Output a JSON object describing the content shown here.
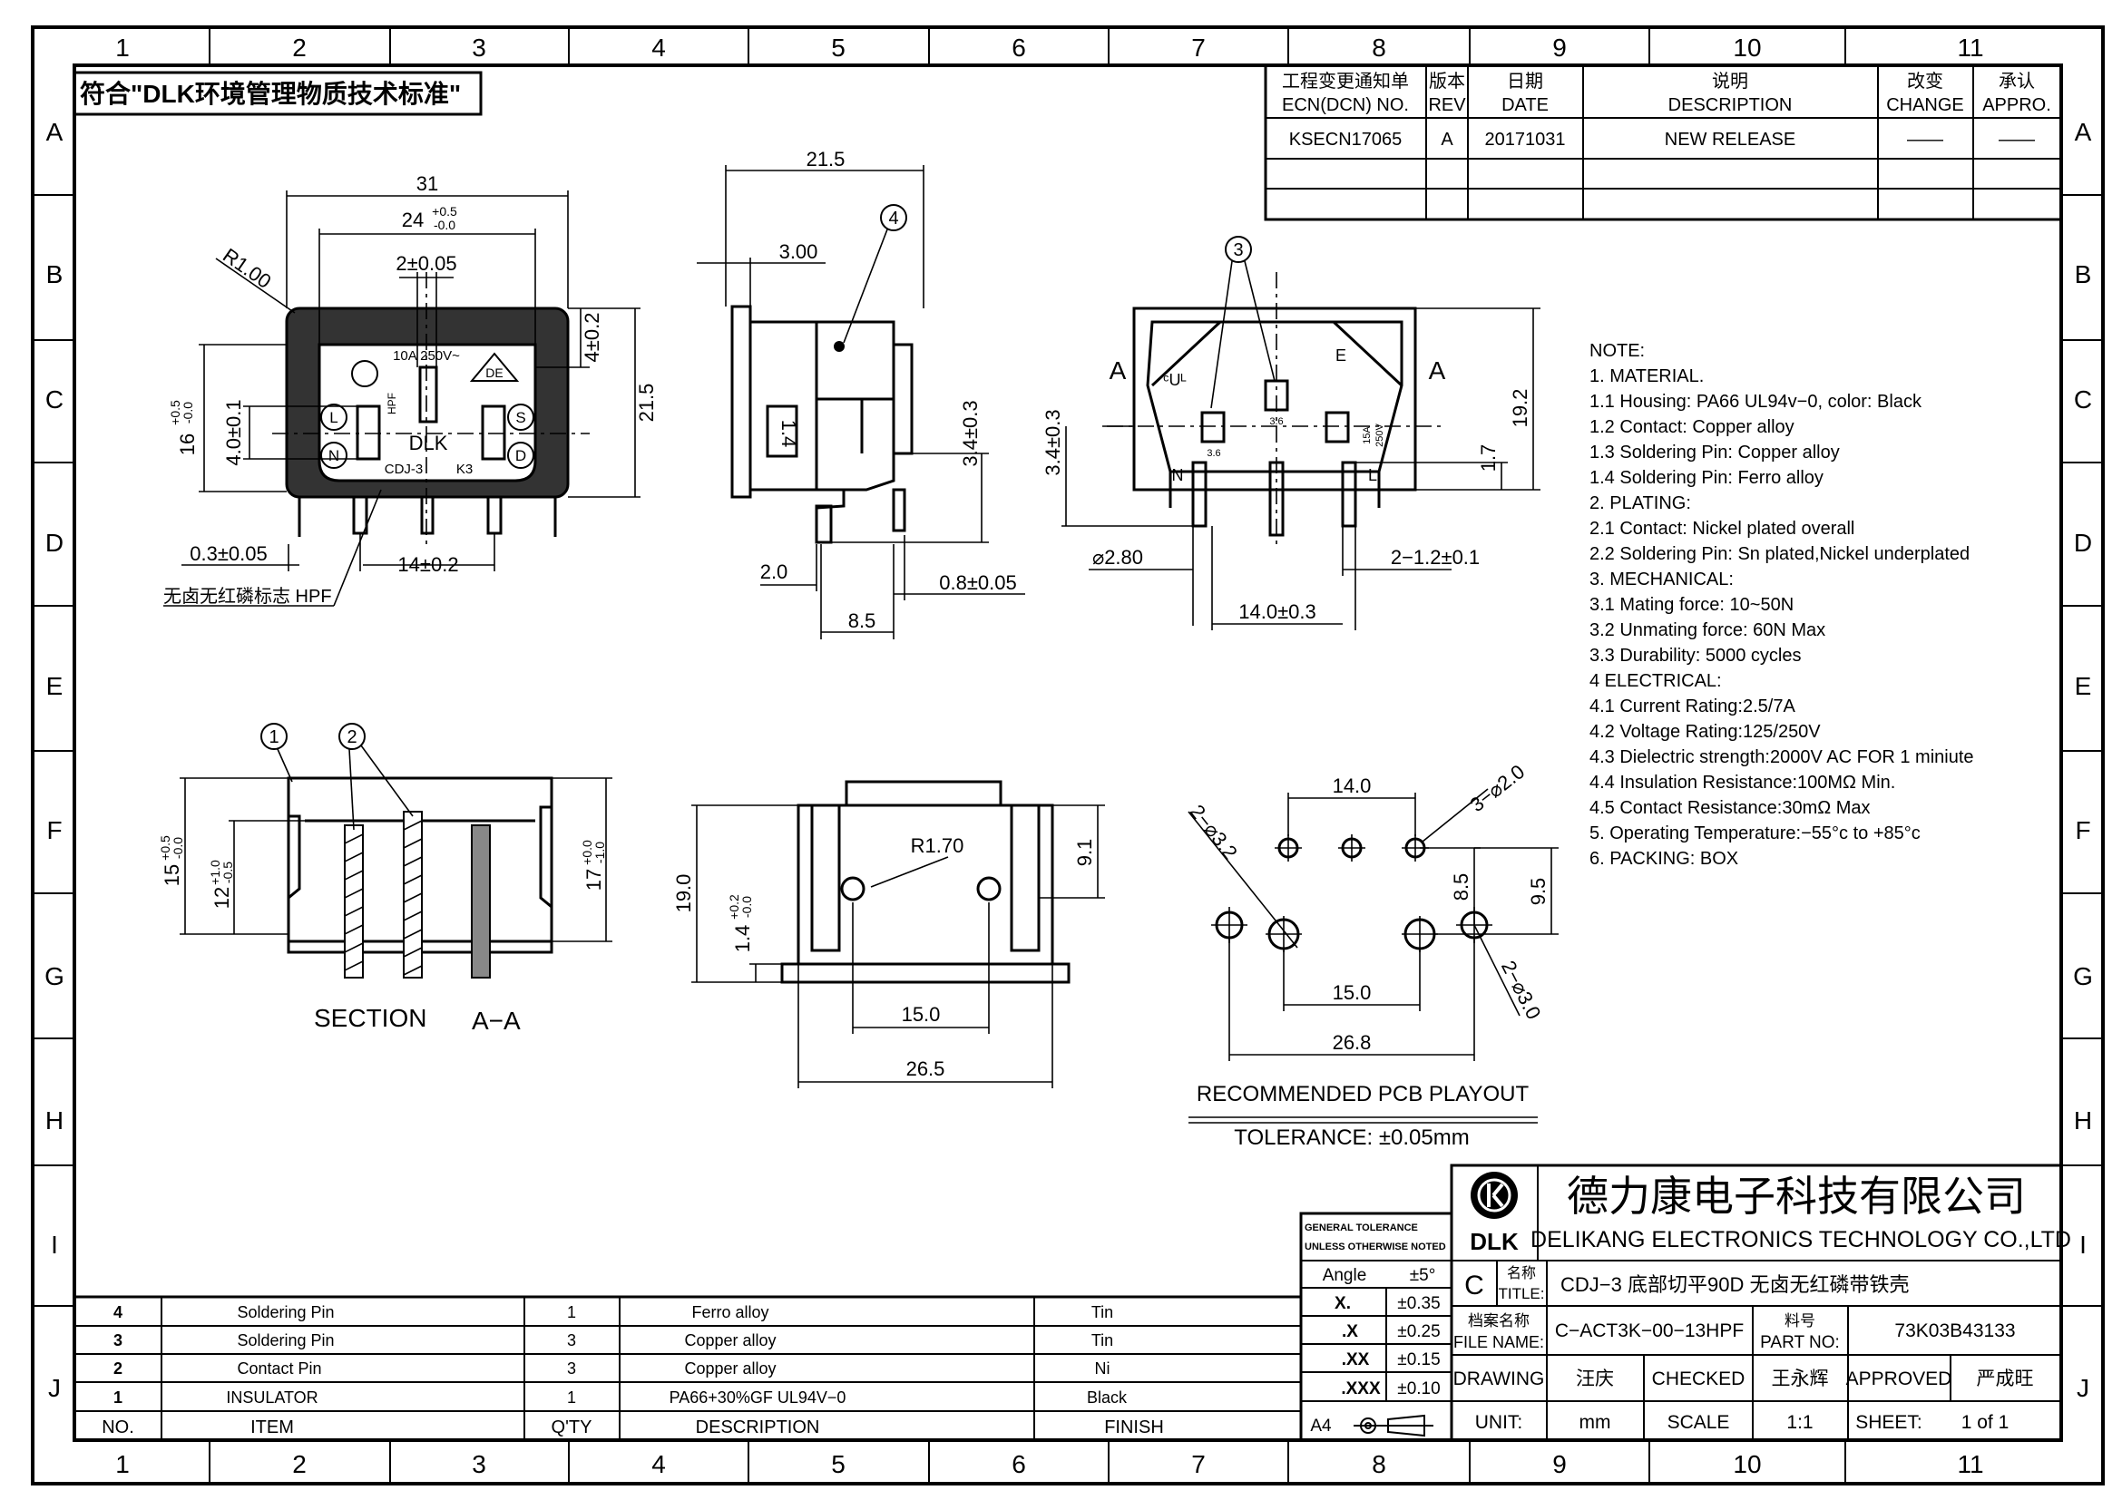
{
  "frame": {
    "columns": [
      "1",
      "2",
      "3",
      "4",
      "5",
      "6",
      "7",
      "8",
      "9",
      "10",
      "11"
    ],
    "rows": [
      "A",
      "B",
      "C",
      "D",
      "E",
      "F",
      "G",
      "H",
      "I",
      "J"
    ]
  },
  "compliance_note": "符合\"DLK环境管理物质技术标准\"",
  "revision_table": {
    "headers": [
      {
        "cn": "工程变更通知单",
        "en": "ECN(DCN)  NO."
      },
      {
        "cn": "版本",
        "en": "REV"
      },
      {
        "cn": "日期",
        "en": "DATE"
      },
      {
        "cn": "说明",
        "en": "DESCRIPTION"
      },
      {
        "cn": "改变",
        "en": "CHANGE"
      },
      {
        "cn": "承认",
        "en": "APPRO."
      }
    ],
    "rows": [
      {
        "ecn": "KSECN17065",
        "rev": "A",
        "date": "20171031",
        "description": "NEW  RELEASE",
        "change": "——",
        "approval": "——"
      }
    ]
  },
  "front_view": {
    "dims": {
      "w31": "31",
      "w24": "24",
      "w24_tol_up": "+0.5",
      "w24_tol_dn": "-0.0",
      "w2": "2±0.05",
      "r1": "R1.00",
      "h4": "4±0.2",
      "h215": "21.5",
      "h16": "16",
      "h16_tol_up": "+0.5",
      "h16_tol_dn": "-0.0",
      "h40": "4.0±0.1",
      "w03": "0.3±0.05",
      "w14": "14±0.2"
    },
    "marking": {
      "rating": "10A   250V~",
      "brand": "DLK",
      "model": "CDJ-3",
      "k3": "K3",
      "hpf": "HPF",
      "n": "N",
      "l": "L",
      "s": "S",
      "d": "D",
      "de": "DE"
    },
    "callout": "无卤无红磷标志  HPF"
  },
  "side_view": {
    "dims": {
      "w215": "21.5",
      "w300": "3.00",
      "h34": "3.4±0.3",
      "w20": "2.0",
      "w08": "0.8±0.05",
      "w85": "8.5",
      "thk14": "1.4"
    },
    "balloon": "4"
  },
  "rear_view": {
    "dims": {
      "h34": "3.4±0.3",
      "h192": "19.2",
      "h17": "1.7",
      "d280": "⌀2.80",
      "w2_12": "2−1.2±0.1",
      "w140": "14.0±0.3",
      "p36a": "3.6",
      "p36b": "3.6",
      "r15a": "15A",
      "r250": "250V"
    },
    "balloon": "3",
    "section_mark_left": "A",
    "section_mark_right": "A",
    "labels": {
      "n": "N",
      "l": "L",
      "e": "E",
      "ul": "ᶜUᴸ"
    }
  },
  "section_view": {
    "dims": {
      "h15": "15",
      "h15_tol_up": "+0.5",
      "h15_tol_dn": "-0.0",
      "h12": "12",
      "h12_tol_up": "+1.0",
      "h12_tol_dn": "-0.5",
      "h17": "17",
      "h17_tol_up": "+0.0",
      "h17_tol_dn": "-1.0"
    },
    "balloons": [
      "1",
      "2"
    ],
    "caption": "SECTION",
    "caption_ref": "A−A"
  },
  "bottom_view": {
    "dims": {
      "r170": "R1.70",
      "h190": "19.0",
      "h14": "1.4",
      "h14_tol_up": "+0.2",
      "h14_tol_dn": "-0.0",
      "h91": "9.1",
      "w150": "15.0",
      "w265": "26.5"
    }
  },
  "pcb_layout": {
    "dims": {
      "w140": "14.0",
      "d3_20": "3−⌀2.0",
      "d2_32": "2−⌀3.2",
      "d2_30": "2−⌀3.0",
      "h85": "8.5",
      "h95": "9.5",
      "w150": "15.0",
      "w268": "26.8"
    },
    "title": "RECOMMENDED  PCB  PLAYOUT",
    "tolerance": "TOLERANCE:  ±0.05mm"
  },
  "notes": [
    "NOTE:",
    "1.  MATERIAL.",
    "1.1  Housing:  PA66  UL94v−0,  color:  Black",
    "1.2  Contact:  Copper  alloy",
    "1.3  Soldering  Pin:  Copper  alloy",
    "1.4  Soldering  Pin:    Ferro  alloy",
    "2.  PLATING:",
    "2.1  Contact:  Nickel  plated  overall",
    "2.2  Soldering  Pin:  Sn  plated,Nickel  underplated",
    "3.     MECHANICAL:",
    "3.1  Mating  force:  10~50N",
    "3.2  Unmating  force:  60N  Max",
    "3.3  Durability:  5000  cycles",
    "4     ELECTRICAL:",
    "4.1  Current  Rating:2.5/7A",
    "4.2  Voltage  Rating:125/250V",
    "4.3  Dielectric  strength:2000V  AC  FOR  1  miniute",
    "4.4  Insulation  Resistance:100MΩ  Min.",
    "4.5  Contact  Resistance:30mΩ  Max",
    "5.  Operating  Temperature:−55°c  to  +85°c",
    "6.  PACKING:  BOX"
  ],
  "bom": {
    "headers": {
      "no": "NO.",
      "item": "ITEM",
      "qty": "Q'TY",
      "description": "DESCRIPTION",
      "finish": "FINISH"
    },
    "rows": [
      {
        "no": "4",
        "item": "Soldering  Pin",
        "qty": "1",
        "description": "Ferro  alloy",
        "finish": "Tin"
      },
      {
        "no": "3",
        "item": "Soldering  Pin",
        "qty": "3",
        "description": "Copper  alloy",
        "finish": "Tin"
      },
      {
        "no": "2",
        "item": "Contact  Pin",
        "qty": "3",
        "description": "Copper  alloy",
        "finish": "Ni"
      },
      {
        "no": "1",
        "item": "INSULATOR",
        "qty": "1",
        "description": "PA66+30%GF  UL94V−0",
        "finish": "Black"
      }
    ]
  },
  "tolerance_block": {
    "header1": "GENERAL  TOLERANCE",
    "header2": "UNLESS  OTHERWISE  NOTED",
    "rows": [
      {
        "label": "Angle",
        "value": "±5°"
      },
      {
        "label": "X.",
        "value": "±0.35"
      },
      {
        "label": ".X",
        "value": "±0.25"
      },
      {
        "label": ".XX",
        "value": "±0.15"
      },
      {
        "label": ".XXX",
        "value": "±0.10"
      }
    ],
    "sheet_size": "A4"
  },
  "title_block": {
    "company_cn": "德力康电子科技有限公司",
    "company_en": "DELIKANG  ELECTRONICS  TECHNOLOGY  CO.,LTD",
    "logo_text": "DLK",
    "rev": "C",
    "title_label_cn": "名称",
    "title_label_en": "TITLE:",
    "title": "CDJ−3  底部切平90D  无卤无红磷带铁壳",
    "file_label_cn": "档案名称",
    "file_label_en": "FILE  NAME:",
    "file_name": "C−ACT3K−00−13HPF",
    "part_label_cn": "料号",
    "part_label_en": "PART  NO:",
    "part_no": "73K03B43133",
    "drawing_label": "DRAWING",
    "drawn_by": "汪庆",
    "checked_label": "CHECKED",
    "checked_by": "王永辉",
    "approved_label": "APPROVED",
    "approved_by": "严成旺",
    "unit_label": "UNIT:",
    "unit": "mm",
    "scale_label": "SCALE",
    "scale": "1:1",
    "sheet_label": "SHEET:",
    "sheet": "1  of  1"
  }
}
